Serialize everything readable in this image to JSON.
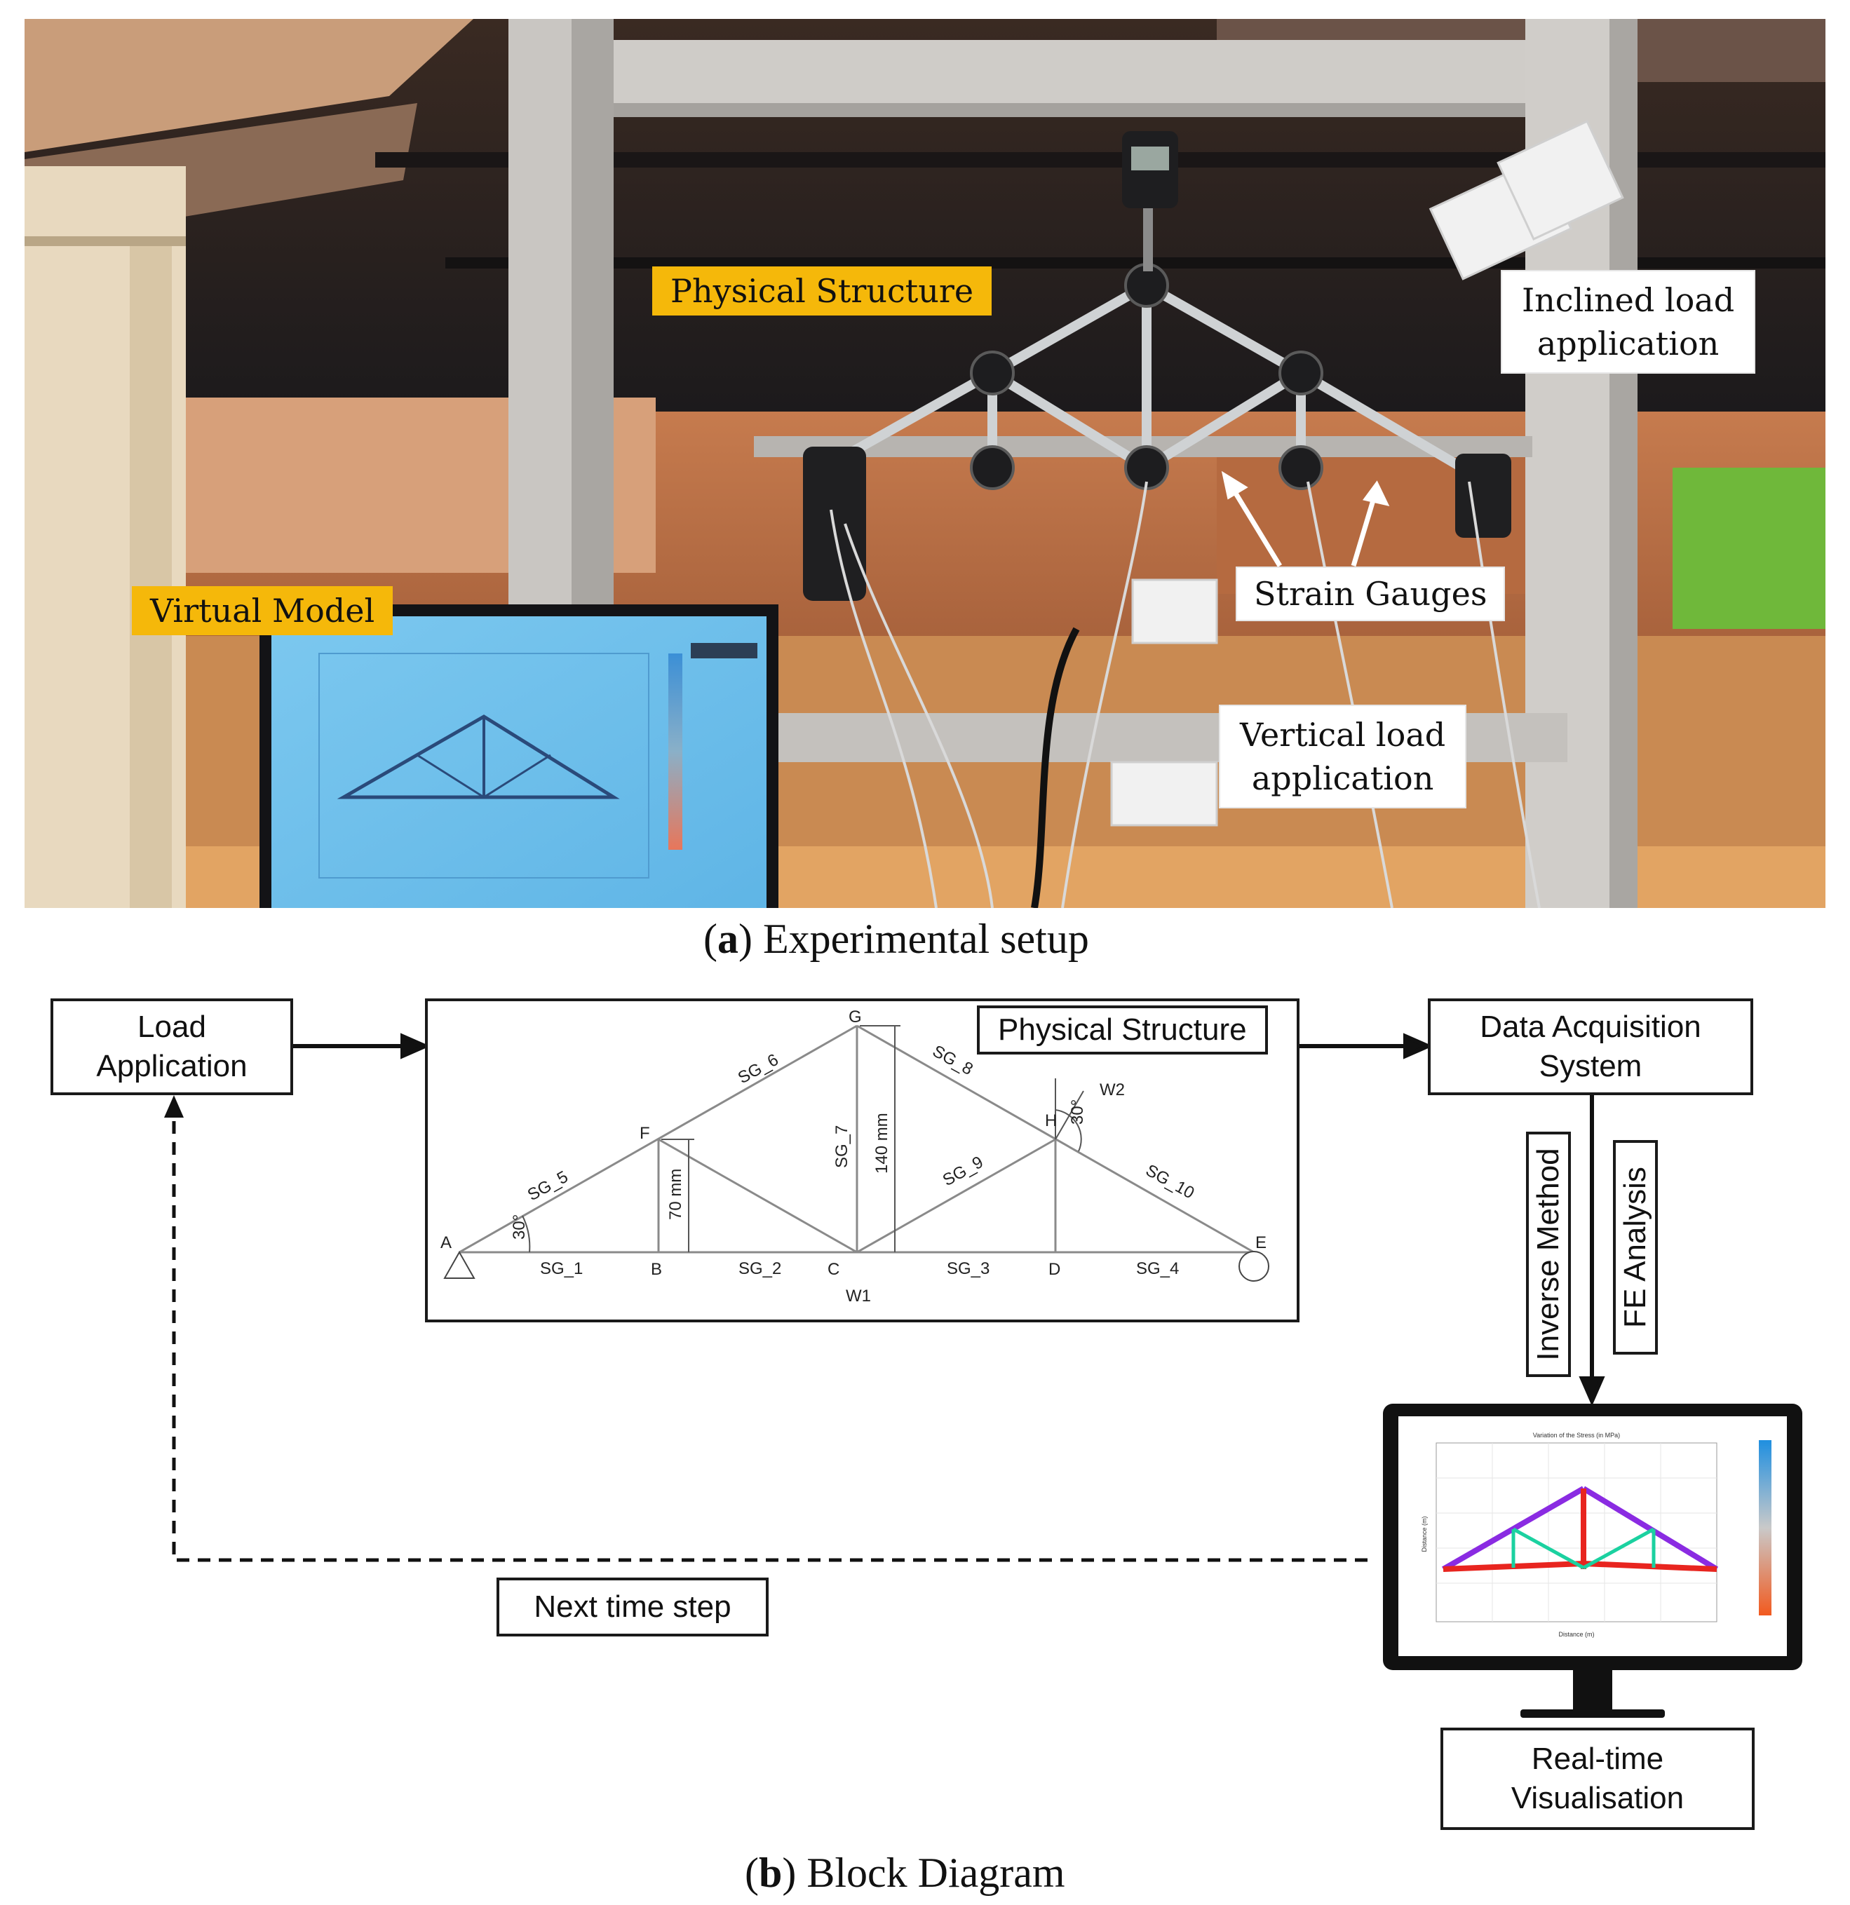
{
  "part_a": {
    "caption_letter": "a",
    "caption_text": " Experimental setup",
    "labels": {
      "physical_structure": "Physical Structure",
      "virtual_model": "Virtual Model",
      "inclined_load_1": "Inclined load",
      "inclined_load_2": "application",
      "strain_gauges": "Strain Gauges",
      "vertical_load_1": "Vertical load",
      "vertical_load_2": "application"
    }
  },
  "part_b": {
    "caption_letter": "b",
    "caption_text": " Block Diagram",
    "load_application_1": "Load",
    "load_application_2": "Application",
    "physical_structure": "Physical Structure",
    "daq_1": "Data Acquisition",
    "daq_2": "System",
    "inverse_method": "Inverse Method",
    "fe_analysis": "FE Analysis",
    "realtime_1": "Real-time",
    "realtime_2": "Visualisation",
    "next_time_step": "Next time step",
    "truss": {
      "nodes": {
        "A": "A",
        "B": "B",
        "C": "C",
        "D": "D",
        "E": "E",
        "F": "F",
        "G": "G",
        "H": "H"
      },
      "gauges": {
        "sg1": "SG_1",
        "sg2": "SG_2",
        "sg3": "SG_3",
        "sg4": "SG_4",
        "sg5": "SG_5",
        "sg6": "SG_6",
        "sg7": "SG_7",
        "sg8": "SG_8",
        "sg9": "SG_9",
        "sg10": "SG_10"
      },
      "loads": {
        "w1": "W1",
        "w2": "W2"
      },
      "dims": {
        "h70": "70 mm",
        "h140": "140 mm",
        "angle1": "30°",
        "angle2": "30°"
      }
    },
    "monitor_plot": {
      "title": "Variation of the Stress (in MPa)",
      "xlabel": "Distance (m)",
      "ylabel": "Distance (m)"
    }
  }
}
